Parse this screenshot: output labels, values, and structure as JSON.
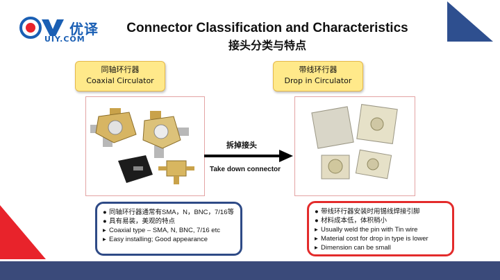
{
  "logo": {
    "wordmark": "优译",
    "url": "UIY.COM"
  },
  "title": "Connector Classification and Characteristics",
  "subtitle": "接头分类与特点",
  "left": {
    "label_cn": "同轴环行器",
    "label_en": "Coaxial Circulator",
    "features": [
      {
        "bullet": "●",
        "text": "同轴环行器通常有SMA，N，BNC，7/16等"
      },
      {
        "bullet": "●",
        "text": "具有易装，美观的特点"
      },
      {
        "bullet": "▸",
        "text": "Coaxial type – SMA, N, BNC, 7/16 etc"
      },
      {
        "bullet": "▸",
        "text": "Easy installing; Good appearance"
      }
    ]
  },
  "right": {
    "label_cn": "带线环行器",
    "label_en": "Drop in Circulator",
    "features": [
      {
        "bullet": "●",
        "text": "带线环行器安装时用锡线焊接引脚"
      },
      {
        "bullet": "●",
        "text": "材料成本低，体积稍小"
      },
      {
        "bullet": "▸",
        "text": "Usually weld the pin with Tin wire"
      },
      {
        "bullet": "▸",
        "text": "Material cost for drop in type is lower"
      },
      {
        "bullet": "▸",
        "text": "Dimension can be small"
      }
    ]
  },
  "arrow": {
    "label_cn": "拆掉接头",
    "label_en": "Take down connector"
  },
  "colors": {
    "footer": "#3a4a7a",
    "corner_blue": "#2e4f8f",
    "corner_red": "#e8232b",
    "label_fill": "#ffe98a",
    "left_box_border": "#2e4a86",
    "right_box_border": "#e32b2b"
  }
}
